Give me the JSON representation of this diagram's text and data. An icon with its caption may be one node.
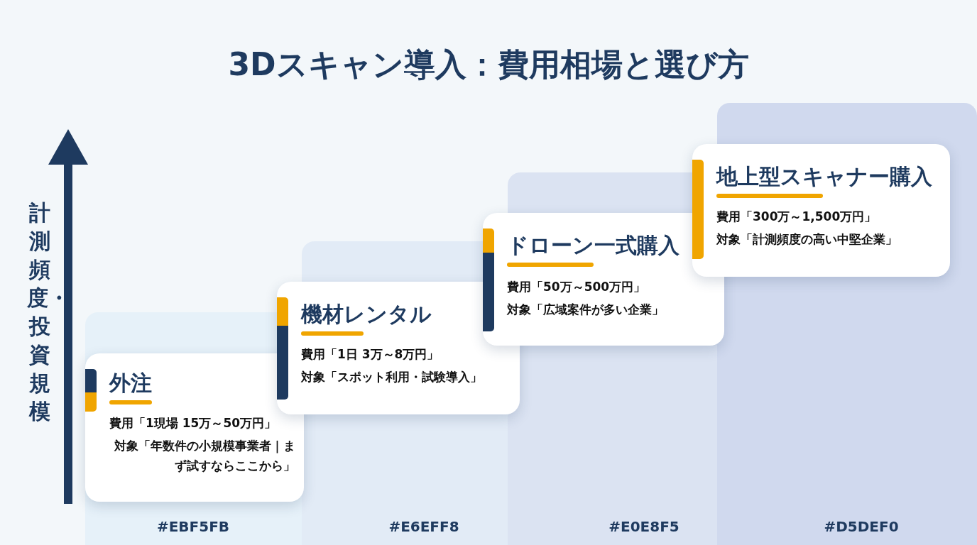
{
  "diagram": {
    "title": "3Dスキャン導入：費用相場と選び方",
    "nodes": [
      {
        "text": [
          "外注",
          "費用「1現場 15万～50万円」",
          "対象「年数件の小規模事業者｜まず試すならここから」"
        ]
      },
      {
        "text": [
          "機材レンタル",
          "費用「1日 3万～8万円」",
          "対象「スポット利用・試験導入」"
        ]
      },
      {
        "text": [
          "ドローン一式購入",
          "費用「50万～500万円」",
          "対象「広域案件が多い企業」"
        ]
      },
      {
        "text": [
          "地上型スキャナー購入",
          "費用「300万～1,500万円」",
          "対象「計測頻度の高い中堅企業」"
        ]
      }
    ],
    "edges": [],
    "labels": [
      "計測頻度・投資規模",
      "#EBF5FB",
      "#E6EFF8",
      "#E0E8F5",
      "#D5DEF0"
    ]
  }
}
